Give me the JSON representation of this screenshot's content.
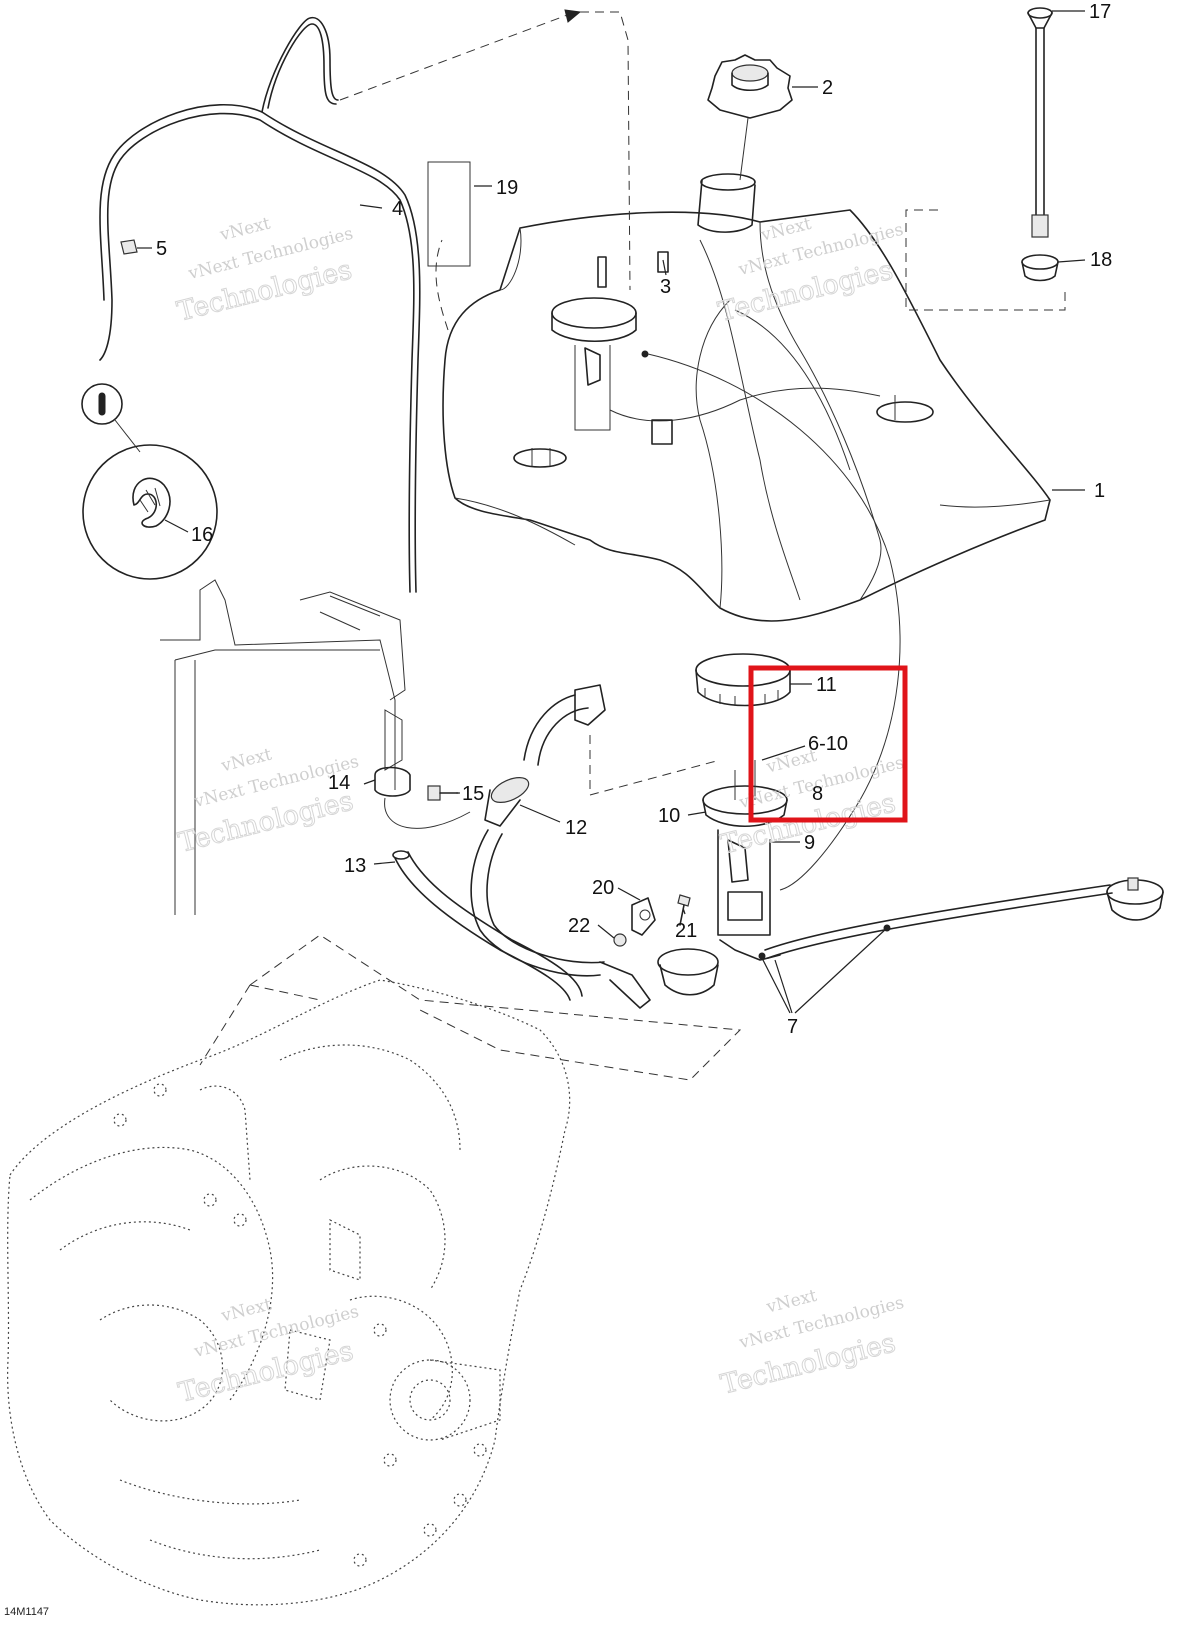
{
  "drawing_code": "14M1147",
  "watermark": {
    "line1": "vNext",
    "line2": "vNext Technologies",
    "line3": "Technologies"
  },
  "callouts": {
    "c1": "1",
    "c2": "2",
    "c3": "3",
    "c4": "4",
    "c5": "5",
    "c6_10": "6-10",
    "c7": "7",
    "c8": "8",
    "c9": "9",
    "c10": "10",
    "c11": "11",
    "c12": "12",
    "c13": "13",
    "c14": "14",
    "c15": "15",
    "c16": "16",
    "c17": "17",
    "c18": "18",
    "c19": "19",
    "c20": "20",
    "c21": "21",
    "c22": "22"
  },
  "highlight": {
    "color": "#e0141a",
    "targets": [
      "6-10",
      "8",
      "11"
    ]
  }
}
